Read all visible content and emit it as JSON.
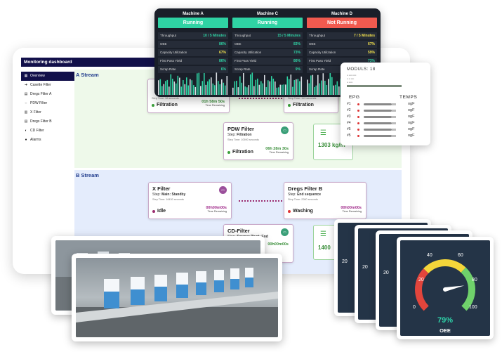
{
  "dashboard": {
    "title": "Monitoring dashboard",
    "sidebar": [
      {
        "label": "Overview",
        "active": true
      },
      {
        "label": "Casette Filter"
      },
      {
        "label": "Dregs Filter A"
      },
      {
        "label": "PDW Filter"
      },
      {
        "label": "X Filter"
      },
      {
        "label": "Dregs Filter B"
      },
      {
        "label": "CD Filter"
      },
      {
        "label": "Alarms"
      }
    ],
    "stream_a": {
      "label": "A Stream",
      "card_left": {
        "step_time": "Step Time: 98 seconds",
        "state": "Filtration",
        "remaining": "01h 58m 50s",
        "remaining_label": "Time Remaining"
      },
      "card_right": {
        "step_time": "Step Time: 113 seconds",
        "state": "Filtration"
      },
      "pdw": {
        "title": "PDW Filter",
        "step_prefix": "Step:",
        "step": "Filtration",
        "step_time": "Step Time: 10590 seconds",
        "state": "Filtration",
        "remaining": "06h 28m 30s",
        "remaining_label": "Time Remaining"
      },
      "flow": {
        "value": "1303 kg/m²"
      }
    },
    "stream_b": {
      "label": "B Stream",
      "x_filter": {
        "title": "X Filter",
        "step_prefix": "Step:",
        "step": "Main: Standby",
        "step_time": "Step Time: 16430 seconds",
        "state": "Idle",
        "remaining": "00h00m00s",
        "remaining_label": "Time Remaining"
      },
      "dregs_b": {
        "title": "Dregs Filter B",
        "step_prefix": "Step:",
        "step": "End sequence",
        "step_time": "Step Time: 2280 seconds",
        "state": "Washing",
        "remaining": "00h00m00s",
        "remaining_label": "Time Remaining"
      },
      "cd": {
        "title": "CD-Filter",
        "step_prefix": "Step:",
        "step": "Scraper Pivot: End",
        "remaining": "00h00m00s"
      },
      "flow": {
        "value": "1400"
      }
    }
  },
  "machines": [
    {
      "name": "Machine A",
      "status": "Running",
      "status_color": "#2fd3a4",
      "rows": [
        [
          "Throughput",
          "10 / 5 Minutes",
          "#2fd3a4"
        ],
        [
          "OEE",
          "86%",
          "#2fd3a4"
        ],
        [
          "Capacity Utilization",
          "67%",
          "#f2e14c"
        ],
        [
          "First Pass Yield",
          "86%",
          "#2fd3a4"
        ],
        [
          "Scrap Rate",
          "6%",
          "#2fd3a4"
        ]
      ]
    },
    {
      "name": "Machine C",
      "status": "Running",
      "status_color": "#2fd3a4",
      "rows": [
        [
          "Throughput",
          "15 / 5 Minutes",
          "#2fd3a4"
        ],
        [
          "OEE",
          "83%",
          "#2fd3a4"
        ],
        [
          "Capacity Utilization",
          "73%",
          "#2fd3a4"
        ],
        [
          "First Pass Yield",
          "86%",
          "#2fd3a4"
        ],
        [
          "Scrap Rate",
          "9%",
          "#2fd3a4"
        ]
      ]
    },
    {
      "name": "Machine D",
      "status": "Not Running",
      "status_color": "#f15a4f",
      "rows": [
        [
          "Throughput",
          "7 / 5 Minutes",
          "#f2e14c"
        ],
        [
          "OEE",
          "67%",
          "#f2e14c"
        ],
        [
          "Capacity Utilization",
          "59%",
          "#f2e14c"
        ],
        [
          "First Pass Yield",
          "73%",
          "#2fd3a4"
        ],
        [
          "Scrap Rate",
          "8%",
          "#2fd3a4"
        ]
      ]
    }
  ],
  "modules": {
    "title": "MODULS: 18",
    "epg_title": "EPG",
    "temps_title": "TEMPS",
    "rows": [
      {
        "n": "#1",
        "t": "ogF"
      },
      {
        "n": "#2",
        "t": "ogF"
      },
      {
        "n": "#3",
        "t": "ogF"
      },
      {
        "n": "#4",
        "t": "ogF"
      },
      {
        "n": "#5",
        "t": "ogF"
      },
      {
        "n": "#5",
        "t": "ogF"
      }
    ]
  },
  "gauge": {
    "value": 79,
    "value_label": "79%",
    "label": "OEE",
    "ticks": [
      "0",
      "20",
      "40",
      "60",
      "80",
      "100"
    ],
    "back_label": "20"
  }
}
